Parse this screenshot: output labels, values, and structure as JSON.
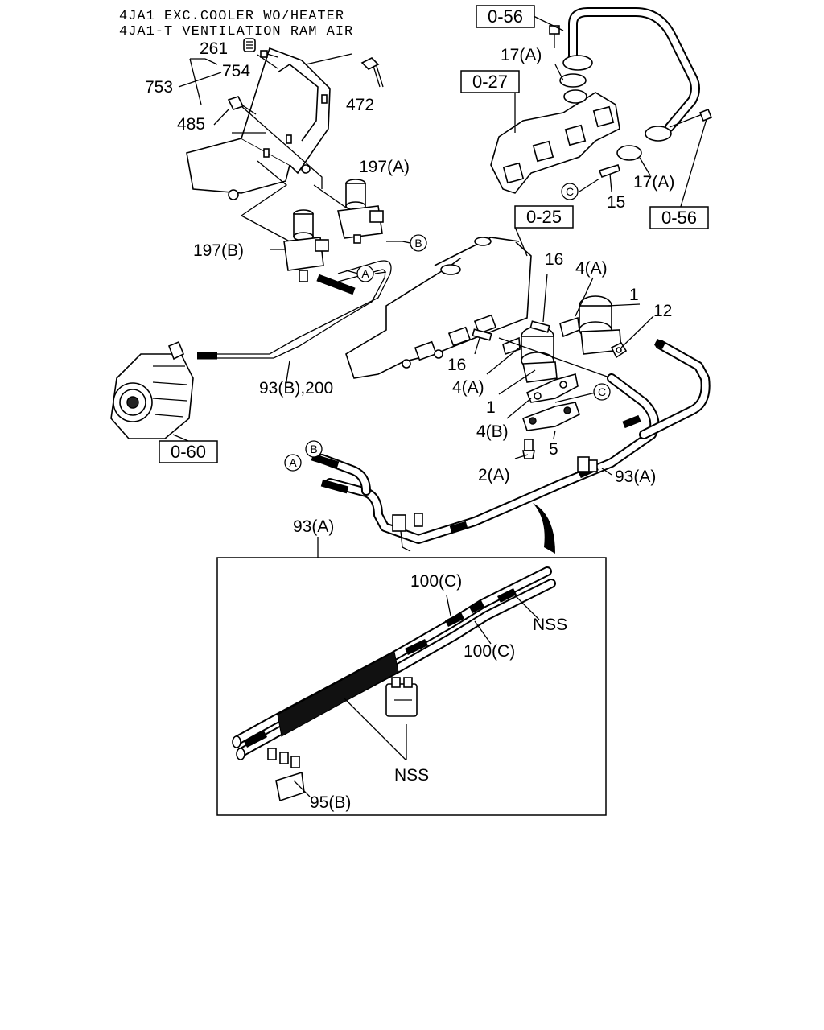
{
  "header": {
    "line1": "4JA1 EXC.COOLER WO/HEATER",
    "line2": "4JA1-T VENTILATION RAM AIR"
  },
  "ref_boxes": {
    "r056_top": "0-56",
    "r027": "0-27",
    "r025": "0-25",
    "r056_right": "0-56",
    "r060": "0-60"
  },
  "callouts": {
    "c261": "261",
    "c754": "754",
    "c753": "753",
    "c472": "472",
    "c485": "485",
    "c197a": "197(A)",
    "c197b": "197(B)",
    "c17a_top": "17(A)",
    "c17a_right": "17(A)",
    "c15": "15",
    "c16_top": "16",
    "c16_left": "16",
    "c4a_top": "4(A)",
    "c4a_left": "4(A)",
    "c1_top": "1",
    "c1_left": "1",
    "c12": "12",
    "c4b": "4(B)",
    "c5": "5",
    "c2a": "2(A)",
    "c93a_right": "93(A)",
    "c93a_detail": "93(A)",
    "c93b": "93(B),200",
    "c100c_top": "100(C)",
    "c100c_bottom": "100(C)",
    "nss_right": "NSS",
    "nss_bottom": "NSS",
    "c95b": "95(B)"
  },
  "connectors": {
    "A": "A",
    "B": "B",
    "C": "C"
  },
  "icons": [
    "solenoid-valve-icon",
    "alternator-icon",
    "egr-valve-icon",
    "exhaust-manifold-icon",
    "bracket-icon",
    "vacuum-pipe-icon",
    "clip-icon"
  ]
}
